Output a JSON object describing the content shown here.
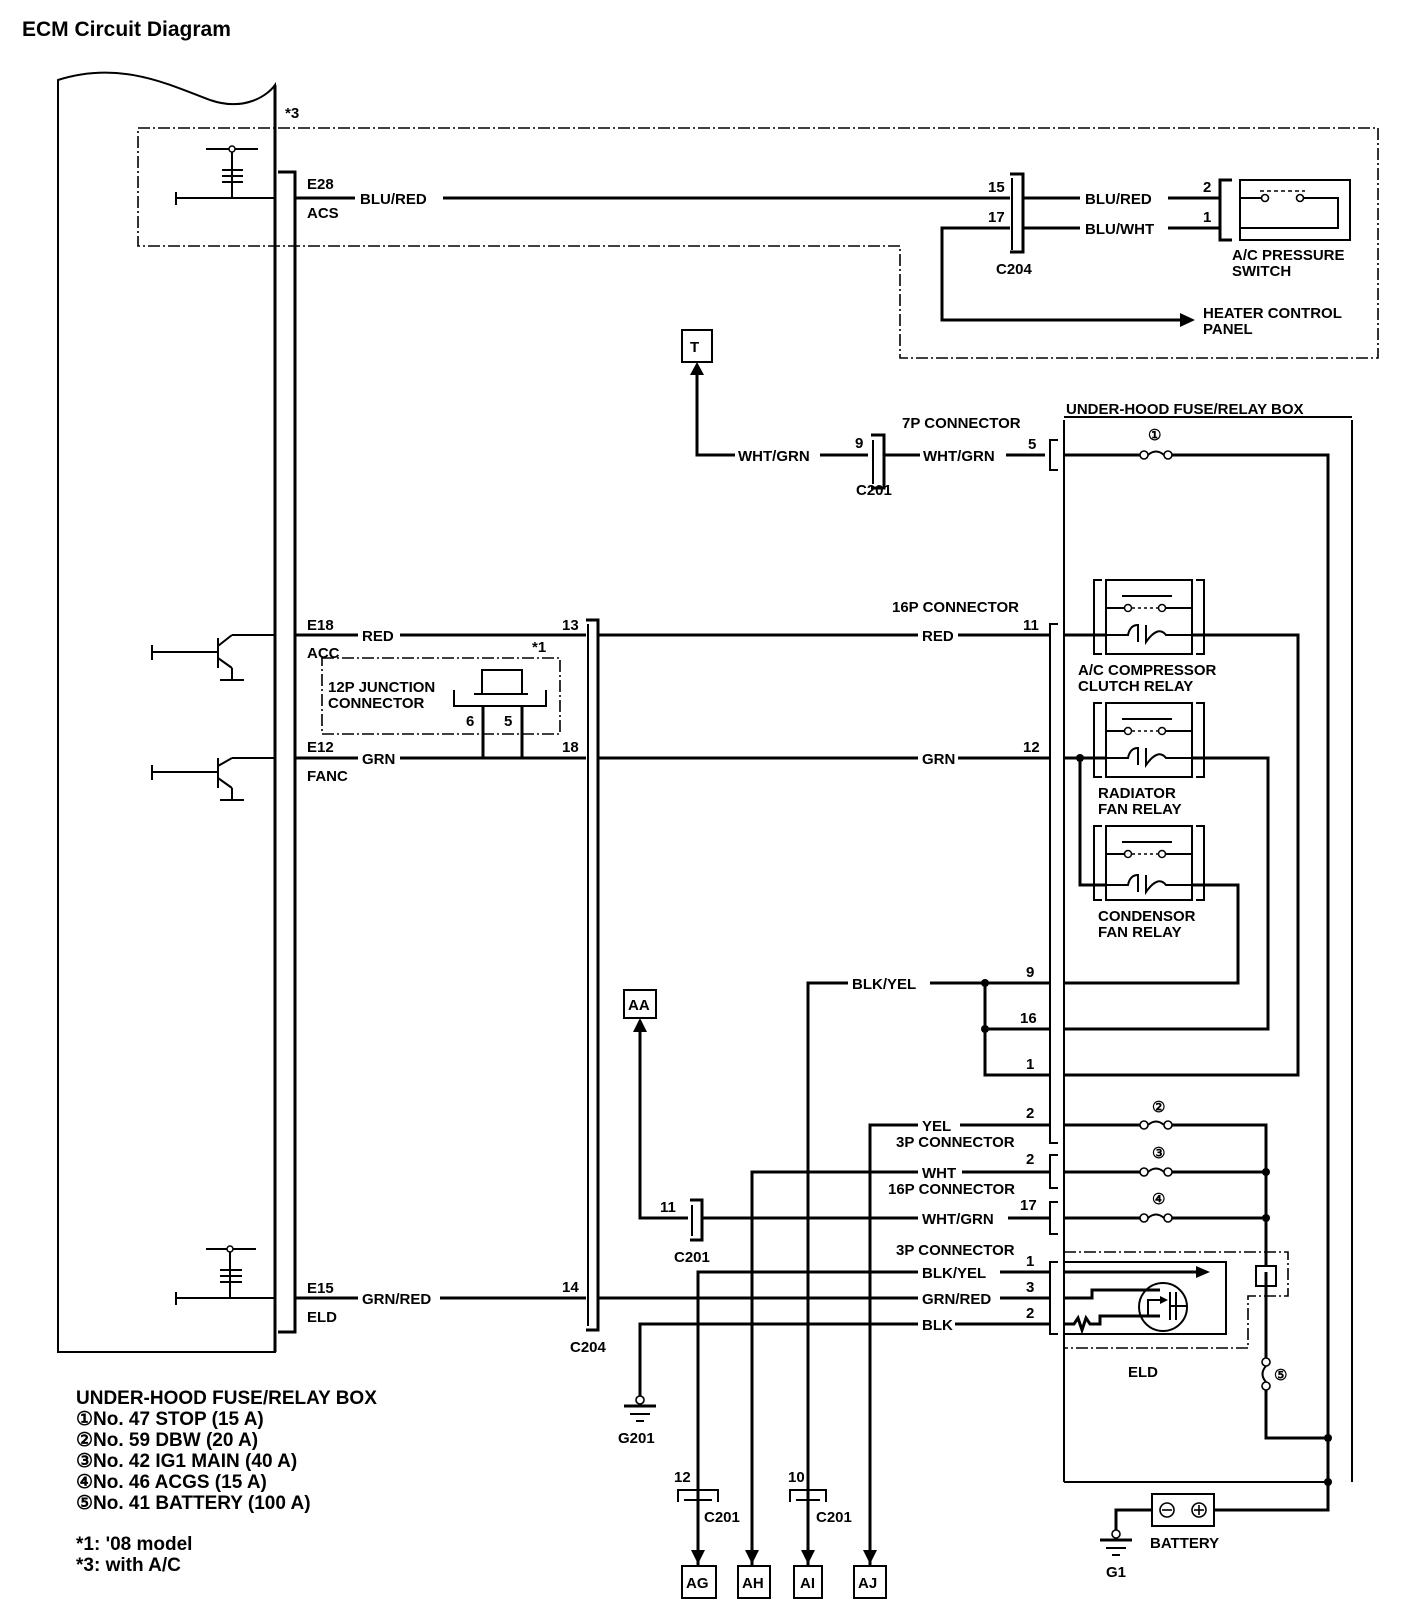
{
  "title": "ECM Circuit Diagram",
  "notes": {
    "star3_marker": "*3",
    "star1_marker": "*1"
  },
  "ecm_pins": [
    {
      "pin": "E28",
      "signal": "ACS",
      "wire": "BLU/RED"
    },
    {
      "pin": "E18",
      "signal": "ACC",
      "wire": "RED"
    },
    {
      "pin": "E12",
      "signal": "FANC",
      "wire": "GRN"
    },
    {
      "pin": "E15",
      "signal": "ELD",
      "wire": "GRN/RED"
    }
  ],
  "c204_top": {
    "label": "C204",
    "pin15": "15",
    "pin17": "17",
    "wire15": "BLU/RED",
    "wire17": "BLU/WHT"
  },
  "ac_pressure_switch": {
    "label_line1": "A/C PRESSURE",
    "label_line2": "SWITCH",
    "pin2": "2",
    "pin1": "1"
  },
  "heater_control_panel": {
    "line1": "HEATER CONTROL",
    "line2": "PANEL"
  },
  "junction_connector": {
    "line1": "12P JUNCTION",
    "line2": "CONNECTOR",
    "pin6": "6",
    "pin5": "5"
  },
  "c204_mid": {
    "label": "C204",
    "pin13": "13",
    "pin18": "18",
    "pin14": "14"
  },
  "t_connector": {
    "ref": "T",
    "wire_left": "WHT/GRN",
    "c201_pin": "9",
    "c201_label": "C201",
    "connector_label": "7P CONNECTOR",
    "wire_right": "WHT/GRN",
    "box_pin": "5"
  },
  "fuse_box": {
    "title": "UNDER-HOOD FUSE/RELAY BOX",
    "fuse1": "①",
    "fuse2": "②",
    "fuse3": "③",
    "fuse4": "④",
    "fuse5": "⑤"
  },
  "connector_16p": {
    "label": "16P CONNECTOR",
    "wire_red": "RED",
    "wire_grn": "GRN",
    "pin11": "11",
    "pin12": "12",
    "pin9": "9",
    "pin16": "16",
    "pin1": "1",
    "pin2": "2",
    "wire_blkyel": "BLK/YEL",
    "wire_yel": "YEL"
  },
  "relays": [
    {
      "line1": "A/C COMPRESSOR",
      "line2": "CLUTCH RELAY"
    },
    {
      "line1": "RADIATOR",
      "line2": "FAN RELAY"
    },
    {
      "line1": "CONDENSOR",
      "line2": "FAN RELAY"
    }
  ],
  "connector_3p_a": {
    "label": "3P CONNECTOR",
    "pin": "2",
    "wire": "WHT"
  },
  "connector_16p_b": {
    "label": "16P CONNECTOR",
    "pin": "17",
    "wire": "WHT/GRN"
  },
  "aa_connector": {
    "ref": "AA",
    "c201_pin": "11",
    "c201_label": "C201"
  },
  "eld_connector": {
    "label": "3P CONNECTOR",
    "pin1": "1",
    "pin3": "3",
    "pin2": "2",
    "wire1": "BLK/YEL",
    "wire3": "GRN/RED",
    "wire2": "BLK",
    "device": "ELD"
  },
  "grounds": {
    "g201": "G201",
    "g1": "G1"
  },
  "battery": "BATTERY",
  "bottom_refs": {
    "ag": "AG",
    "ah": "AH",
    "ai": "AI",
    "aj": "AJ",
    "c201_pin12": "12",
    "c201_pin10": "10",
    "c201_label_a": "C201",
    "c201_label_b": "C201"
  },
  "legend": {
    "title": "UNDER-HOOD FUSE/RELAY BOX",
    "items": [
      "①No. 47 STOP (15 A)",
      "②No. 59 DBW (20 A)",
      "③No. 42 IG1 MAIN (40 A)",
      "④No. 46 ACGS (15 A)",
      "⑤No. 41 BATTERY (100 A)"
    ],
    "footnotes": [
      "*1: '08 model",
      "*3: with A/C"
    ]
  }
}
